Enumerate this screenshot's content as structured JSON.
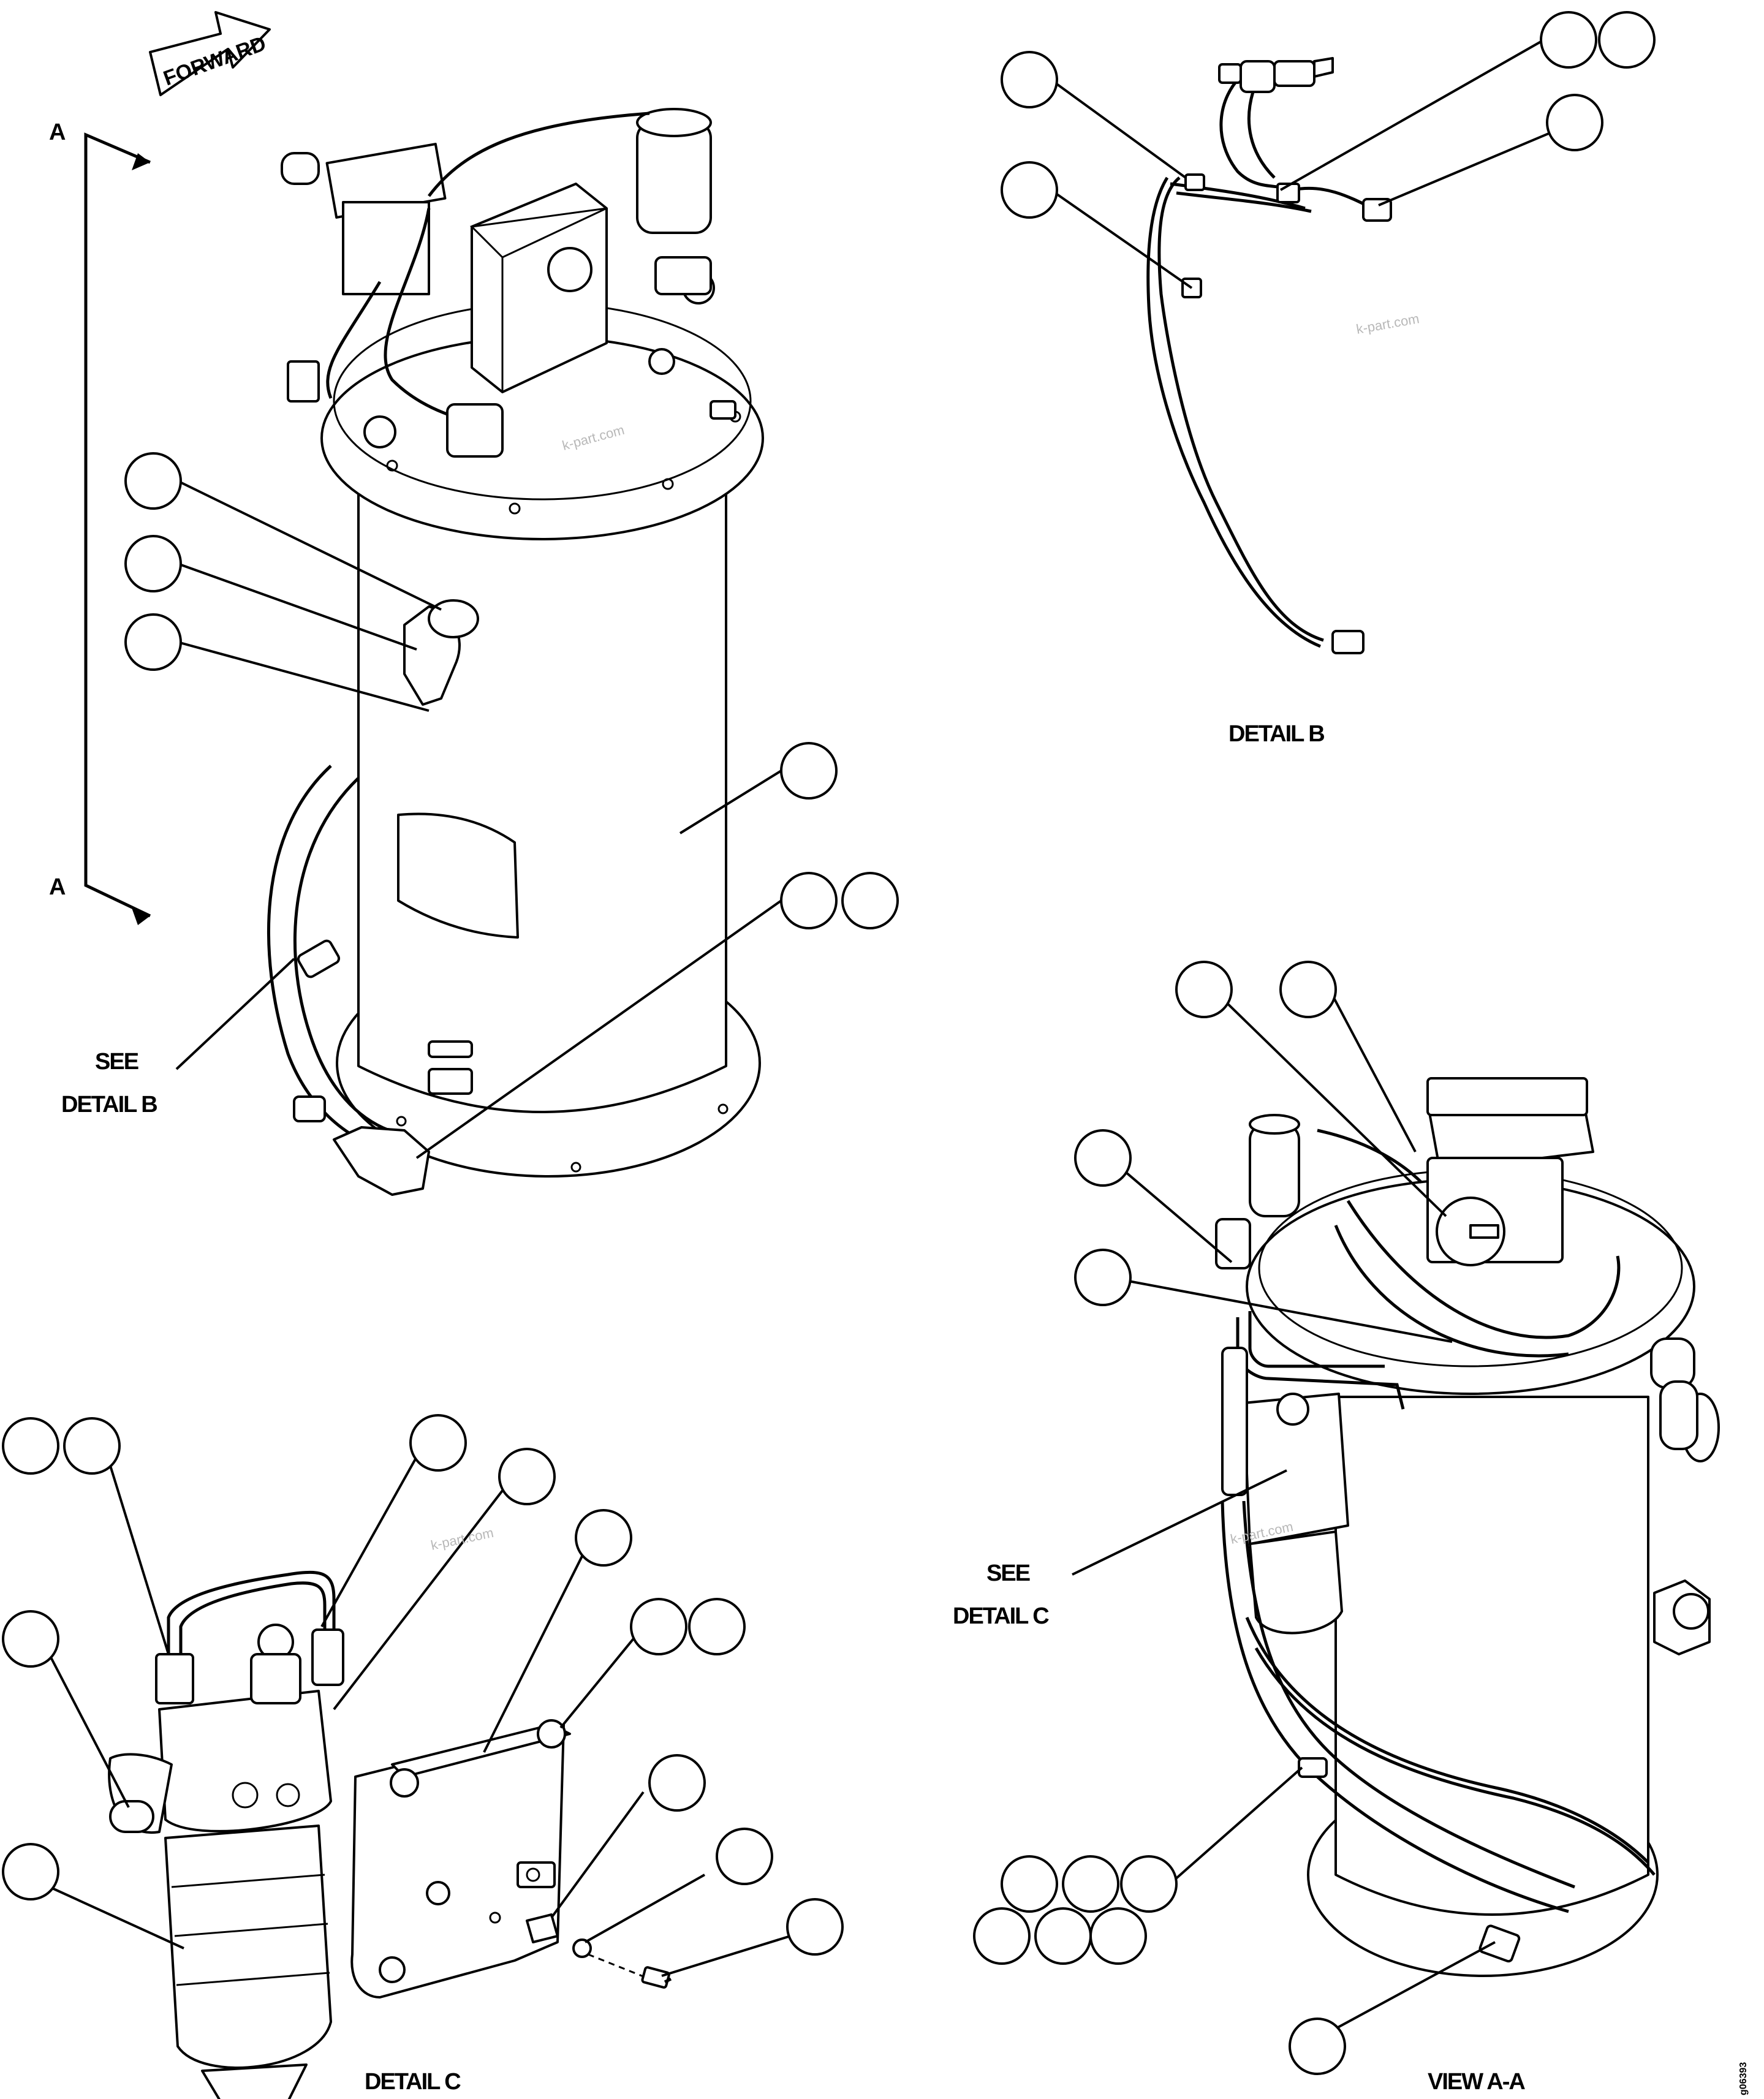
{
  "forward_arrow": {
    "label": "FORWARD"
  },
  "section_markers": {
    "top": "A",
    "bottom": "A"
  },
  "callouts": {
    "see_detail_b": {
      "line1": "SEE",
      "line2": "DETAIL B"
    },
    "see_detail_c": {
      "line1": "SEE",
      "line2": "DETAIL C"
    }
  },
  "views": {
    "detail_b": "DETAIL B",
    "detail_c": "DETAIL C",
    "view_a_a": "VIEW A-A"
  },
  "watermark": "k-part.com",
  "drawing_number": "g06393"
}
